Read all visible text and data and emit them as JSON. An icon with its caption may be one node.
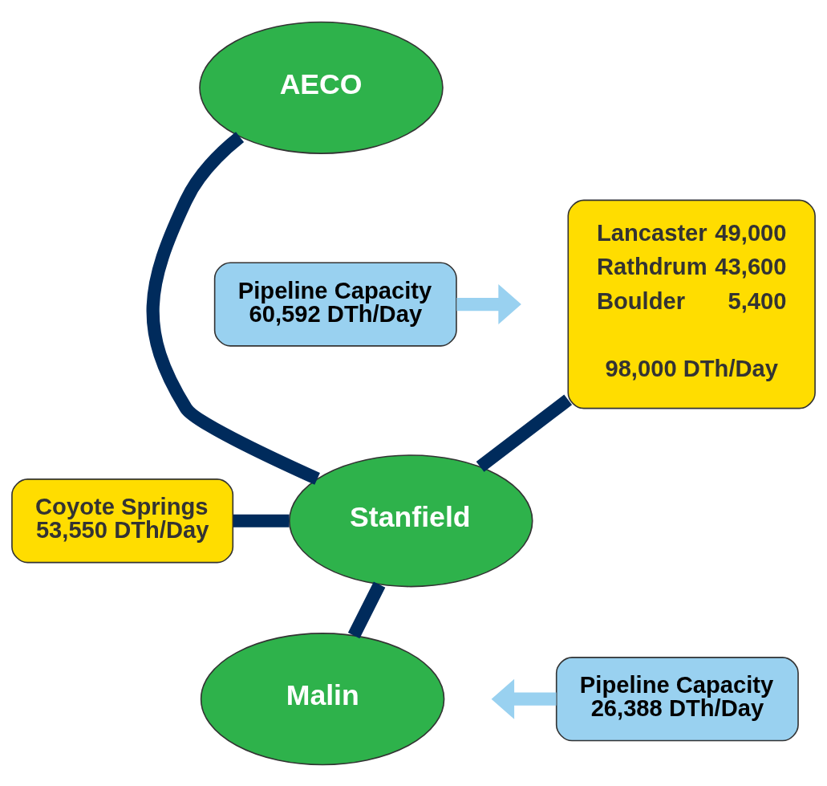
{
  "diagram": {
    "nodes": [
      {
        "text": [
          "AECO"
        ]
      },
      {
        "text": [
          "Pipeline Capacity 60,592 DTh/Day"
        ]
      },
      {
        "text": [
          "Lancaster",
          "49,000",
          "Rathdrum",
          "43,600",
          "Boulder",
          "5,400",
          "98,000 DTh/Day"
        ]
      },
      {
        "text": [
          "Coyote Springs 53,550 DTh/Day"
        ]
      },
      {
        "text": [
          "Stanfield"
        ]
      },
      {
        "text": [
          "Pipeline Capacity 26,388 DTh/Day"
        ]
      },
      {
        "text": [
          "Malin"
        ]
      }
    ],
    "edges": [
      {
        "from": 0,
        "to": 4,
        "arrow": "none"
      },
      {
        "from": 1,
        "to": null,
        "arrow": "to",
        "color": "#99d1f0"
      },
      {
        "from": 2,
        "to": 4,
        "arrow": "none"
      },
      {
        "from": 3,
        "to": 4,
        "arrow": "none"
      },
      {
        "from": 4,
        "to": 6,
        "arrow": "none"
      },
      {
        "from": 5,
        "to": null,
        "arrow": "to",
        "color": "#99d1f0"
      }
    ]
  }
}
